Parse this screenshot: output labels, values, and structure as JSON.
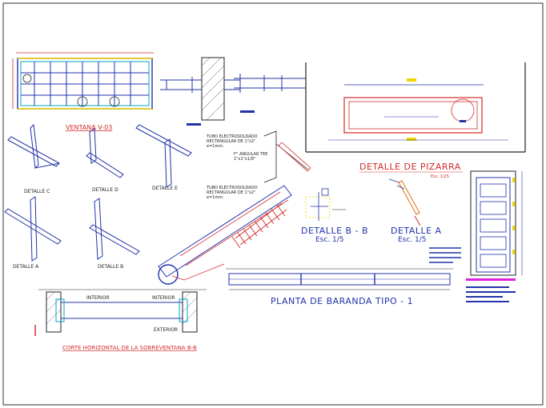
{
  "drawing": {
    "colors": {
      "blue": "#2233aa",
      "cyan": "#00a6c8",
      "red": "#d42a2a",
      "orange": "#e07010",
      "yellow": "#f2d400",
      "magenta": "#e020e0",
      "dark": "#222222"
    },
    "labels": {
      "ventana_title": "VENTANA V-03",
      "detalle_c": "DETALLE C",
      "detalle_d": "DETALLE D",
      "detalle_e": "DETALLE E",
      "detalle_a_left": "DETALLE A",
      "detalle_b_left": "DETALLE B",
      "tubo_1_line1": "TUBO ELECTROSOLDADO",
      "tubo_1_line2": "RECTANGULAR DE 1\"x2\"",
      "tubo_1_line3": "e=1mm.",
      "angular_line1": "F° ANGULAR TEE",
      "angular_line2": "1\"x1\"x1/8\"",
      "tubo_2_line1": "TUBO ELECTROSOLDADO",
      "tubo_2_line2": "RECTANGULAR DE 1\"x2\"",
      "tubo_2_line3": "e=1mm.",
      "detalle_pizarra": "DETALLE DE PIZARRA",
      "pizarra_escala": "Esc. 1/25",
      "detalle_bb": "DETALLE B - B",
      "detalle_bb_escala": "Esc. 1/5",
      "detalle_a_right": "DETALLE A",
      "detalle_a_escala": "Esc. 1/5",
      "planta_baranda": "PLANTA DE BARANDA TIPO - 1",
      "interior_1": "INTERIOR",
      "interior_2": "INTERIOR",
      "exterior": "EXTERIOR",
      "corte_horizontal": "CORTE HORIZONTAL DE LA SOBREVENTANA B-B"
    }
  }
}
